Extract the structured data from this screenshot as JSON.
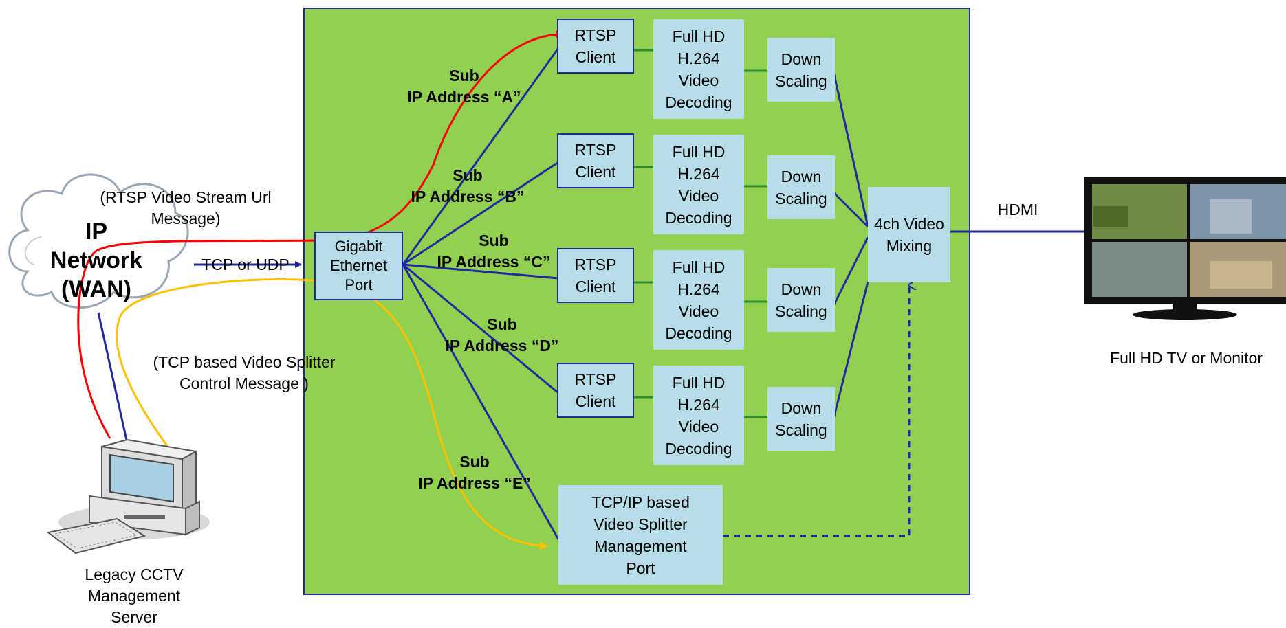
{
  "network": {
    "cloud_label": "IP\nNetwork\n(WAN)"
  },
  "messages": {
    "rtsp_msg": "(RTSP Video Stream Url\nMessage)",
    "tcp_udp": "TCP or UDP",
    "control_msg": "(TCP based Video Splitter\nControl Message )"
  },
  "gigabit_port": "Gigabit\nEthernet\nPort",
  "sub_ips": [
    "Sub\nIP Address “A”",
    "Sub\nIP Address “B”",
    "Sub\nIP Address “C”",
    "Sub\nIP Address “D”",
    "Sub\nIP Address “E”"
  ],
  "rtsp_client": "RTSP\nClient",
  "decoder": "Full HD\nH.264\nVideo\nDecoding",
  "down_scaling": "Down\nScaling",
  "mixer": "4ch Video\nMixing",
  "mgmt_port": "TCP/IP based\nVideo Splitter\nManagement\nPort",
  "hdmi": "HDMI",
  "tv_caption": "Full HD TV or Monitor",
  "server_caption": "Legacy CCTV\nManagement\nServer",
  "colors": {
    "panel": "#92d050",
    "box": "#b7dee8",
    "navy": "#1f2a9e",
    "red": "#ff0000",
    "yellow": "#ffc000",
    "green_link": "#2e8b2e"
  }
}
